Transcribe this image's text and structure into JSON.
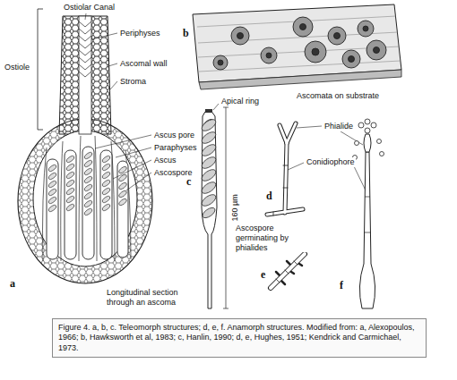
{
  "diagram": {
    "caption": "Figure 4. a, b, c. Teleomorph structures; d, e, f. Anamorph structures. Modified from: a, Alexopoulos, 1966; b, Hawksworth et al, 1983; c, Hanlin, 1990; d, e, Hughes, 1951; Kendrick and Carmichael, 1973.",
    "labels": [
      "Ostiolar Canal",
      "Periphyses",
      "Ostiole",
      "Ascomal wall",
      "Stroma",
      "Ascus pore",
      "Paraphyses",
      "Ascus",
      "Ascospore",
      "Longitudinal section through an ascoma",
      "a",
      "b",
      "Ascomata on substrate",
      "c",
      "Apical ring",
      "160 µm",
      "d",
      "Phialide",
      "Conidiophore",
      "Ascospore germinating by phialides",
      "e",
      "f"
    ]
  }
}
